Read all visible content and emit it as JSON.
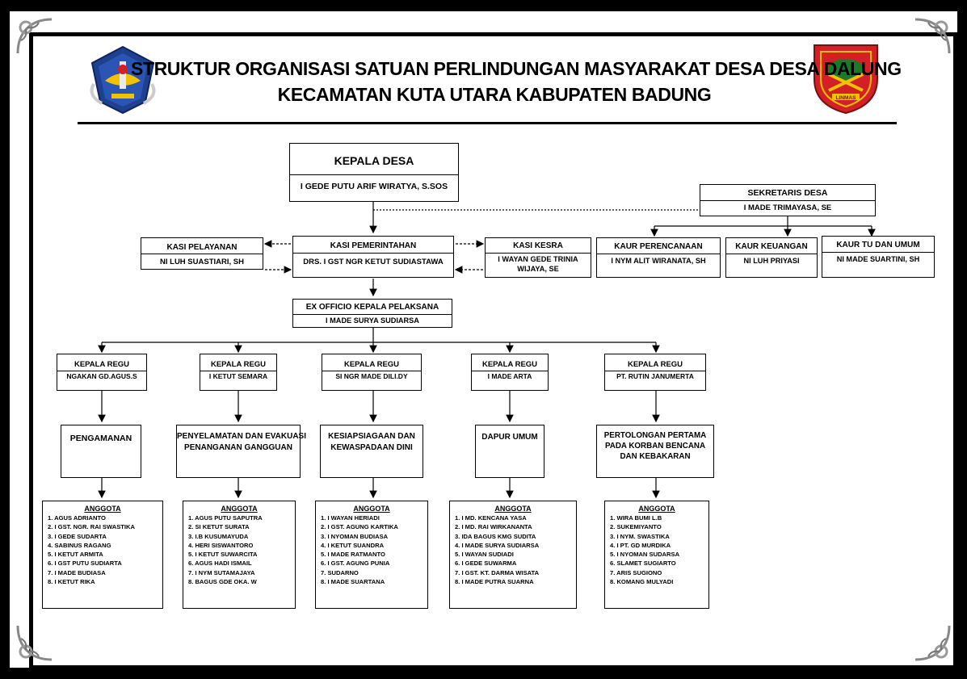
{
  "title": {
    "line1": "STRUKTUR ORGANISASI SATUAN PERLINDUNGAN MASYARAKAT DESA DESA DALUNG",
    "line2": "KECAMATAN KUTA UTARA KABUPATEN BADUNG"
  },
  "logo_right_text": "LINMAS",
  "kepala_desa": {
    "title": "KEPALA DESA",
    "name": "I GEDE PUTU ARIF WIRATYA, S.SOS"
  },
  "sekretaris": {
    "title": "SEKRETARIS DESA",
    "name": "I MADE TRIMAYASA, SE"
  },
  "kasi_pelayanan": {
    "title": "KASI PELAYANAN",
    "name": "NI LUH SUASTIARI, SH"
  },
  "kasi_pemerintahan": {
    "title": "KASI PEMERINTAHAN",
    "name": "DRS. I GST NGR KETUT SUDIASTAWA"
  },
  "kasi_kesra": {
    "title": "KASI KESRA",
    "name1": "I WAYAN GEDE TRINIA",
    "name2": "WIJAYA, SE"
  },
  "kaur_perencanaan": {
    "title": "KAUR PERENCANAAN",
    "name": "I NYM ALIT WIRANATA, SH"
  },
  "kaur_keuangan": {
    "title": "KAUR KEUANGAN",
    "name": "NI LUH PRIYASI"
  },
  "kaur_tu": {
    "title": "KAUR TU DAN UMUM",
    "name": "NI MADE SUARTINI, SH"
  },
  "ex_officio": {
    "title": "EX OFFICIO KEPALA PELAKSANA",
    "name": "I MADE SURYA SUDIARSA"
  },
  "regu": [
    {
      "title": "KEPALA REGU",
      "name": "NGAKAN GD.AGUS.S",
      "unit": [
        "PENGAMANAN"
      ],
      "anggota_title": "ANGGOTA",
      "anggota": [
        "1. AGUS ADRIANTO",
        "2. I GST. NGR. RAI SWASTIKA",
        "3. I GEDE SUDARTA",
        "4. SABINUS RAGANG",
        "5. I KETUT ARMITA",
        "6. I GST PUTU SUDIARTA",
        "7. I MADE BUDIASA",
        "8. I KETUT RIKA"
      ]
    },
    {
      "title": "KEPALA REGU",
      "name": "I KETUT SEMARA",
      "unit": [
        "PENYELAMATAN DAN EVAKUASI",
        "PENANGANAN GANGGUAN"
      ],
      "anggota_title": "ANGGOTA",
      "anggota": [
        "1. AGUS PUTU SAPUTRA",
        "2. SI KETUT SURATA",
        "3. I.B KUSUMAYUDA",
        "4. HERI SISWANTORO",
        "5. I KETUT SUWARCITA",
        "6. AGUS HADI ISMAIL",
        "7. I NYM SUTAMAJAYA",
        "8. BAGUS GDE OKA. W"
      ]
    },
    {
      "title": "KEPALA REGU",
      "name": "SI NGR MADE DILI.DY",
      "unit": [
        "KESIAPSIAGAAN DAN",
        "KEWASPADAAN DINI"
      ],
      "anggota_title": "ANGGOTA",
      "anggota": [
        "1. I WAYAN HERIADI",
        "2. I GST. AGUNG KARTIKA",
        "3. I NYOMAN BUDIASA",
        "4. I KETUT SUANDRA",
        "5. I MADE RATMANTO",
        "6. I GST. AGUNG PUNIA",
        "7. SUDARNO",
        "8. I MADE SUARTANA"
      ]
    },
    {
      "title": "KEPALA REGU",
      "name": "I MADE ARTA",
      "unit": [
        "DAPUR UMUM"
      ],
      "anggota_title": "ANGGOTA",
      "anggota": [
        "1. I MD. KENCANA YASA",
        "2. I MD. RAI WIRKANANTA",
        "3. IDA BAGUS KMG SUDITA",
        "4. I MADE SURYA SUDIARSA",
        "5. I WAYAN SUDIADI",
        "6. I GEDE SUWARMA",
        "7. I GST. KT. DARMA WISATA",
        "8. I MADE PUTRA SUARNA"
      ]
    },
    {
      "title": "KEPALA REGU",
      "name": "PT. RUTIN JANUMERTA",
      "unit": [
        "PERTOLONGAN PERTAMA",
        "PADA KORBAN BENCANA",
        "DAN KEBAKARAN"
      ],
      "anggota_title": "ANGGOTA",
      "anggota": [
        "1. WIRA BUMI L.B",
        "2. SUKEMIYANTO",
        "3. I NYM. SWASTIKA",
        "4. I PT. GD MURDIKA",
        "5. I NYOMAN SUDARSA",
        "6. SLAMET SUGIARTO",
        "7. ARIS SUGIONO",
        "8. KOMANG MULYADI"
      ]
    }
  ],
  "colors": {
    "frame": "#000000",
    "logo_left_blue": "#1f3f8f",
    "logo_right_red": "#d32027",
    "logo_right_green": "#1a7a2a",
    "logo_right_yellow": "#f2c200"
  },
  "icons": [
    "badung-regency-emblem",
    "linmas-emblem",
    "ornamental-corner"
  ]
}
